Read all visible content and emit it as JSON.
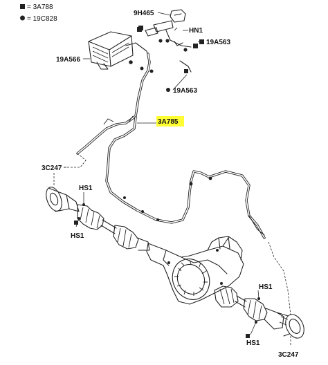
{
  "legend": {
    "square_text": "= 3A788",
    "circle_text": "= 19C828"
  },
  "callouts": {
    "p9H465": "9H465",
    "hn1": "HN1",
    "p19A563_right": "19A563",
    "p19A566": "19A566",
    "p19A563_lower": "19A563",
    "p3A785": "3A785",
    "p3C247_left": "3C247",
    "hs1_upper_left": "HS1",
    "hs1_lower_left": "HS1",
    "hs1_upper_right": "HS1",
    "hs1_lower_right": "HS1",
    "p3C247_right": "3C247"
  },
  "colors": {
    "highlight": "#ffff33",
    "line": "#222222"
  },
  "icons": {
    "legend_square": "filled-square",
    "legend_circle": "filled-circle"
  }
}
